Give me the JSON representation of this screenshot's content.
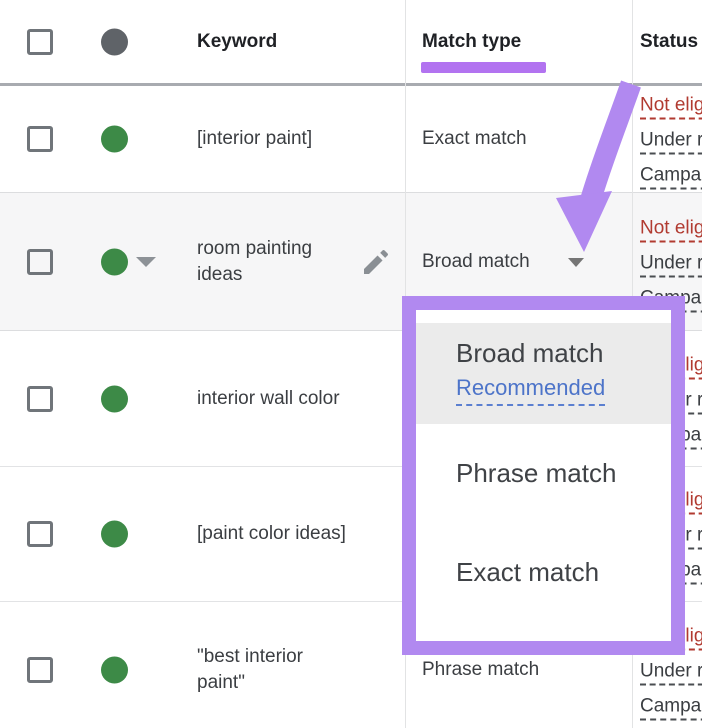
{
  "table": {
    "header": {
      "keyword_label": "Keyword",
      "match_type_label": "Match type",
      "status_label": "Status"
    },
    "rows": [
      {
        "keyword": "[interior paint]",
        "match_type": "Exact match",
        "status_lines": [
          "Not eligible",
          "Under review",
          "Campaign"
        ]
      },
      {
        "keyword": "room painting ideas",
        "match_type": "Broad match",
        "status_lines": [
          "Not eligible",
          "Under review",
          "Campaign"
        ]
      },
      {
        "keyword": "interior wall color",
        "match_type": "",
        "status_lines": [
          "Not eligible",
          "Under review",
          "Campaign"
        ]
      },
      {
        "keyword": "[paint color ideas]",
        "match_type": "",
        "status_lines": [
          "Not eligible",
          "Under review",
          "Campaign"
        ]
      },
      {
        "keyword": "\"best interior paint\"",
        "match_type": "Phrase match",
        "status_lines": [
          "Not eligible",
          "Under review",
          "Campaign"
        ]
      }
    ]
  },
  "dropdown": {
    "items": [
      {
        "label": "Broad match",
        "sublabel": "Recommended"
      },
      {
        "label": "Phrase match"
      },
      {
        "label": "Exact match"
      }
    ]
  },
  "colors": {
    "accent_purple": "#b189f0",
    "highlight_bar_purple": "#b273f0",
    "status_red": "#b13a30",
    "link_blue": "#4d74c9",
    "enabled_green": "#3d8a47",
    "header_dot_gray": "#5f6368"
  }
}
